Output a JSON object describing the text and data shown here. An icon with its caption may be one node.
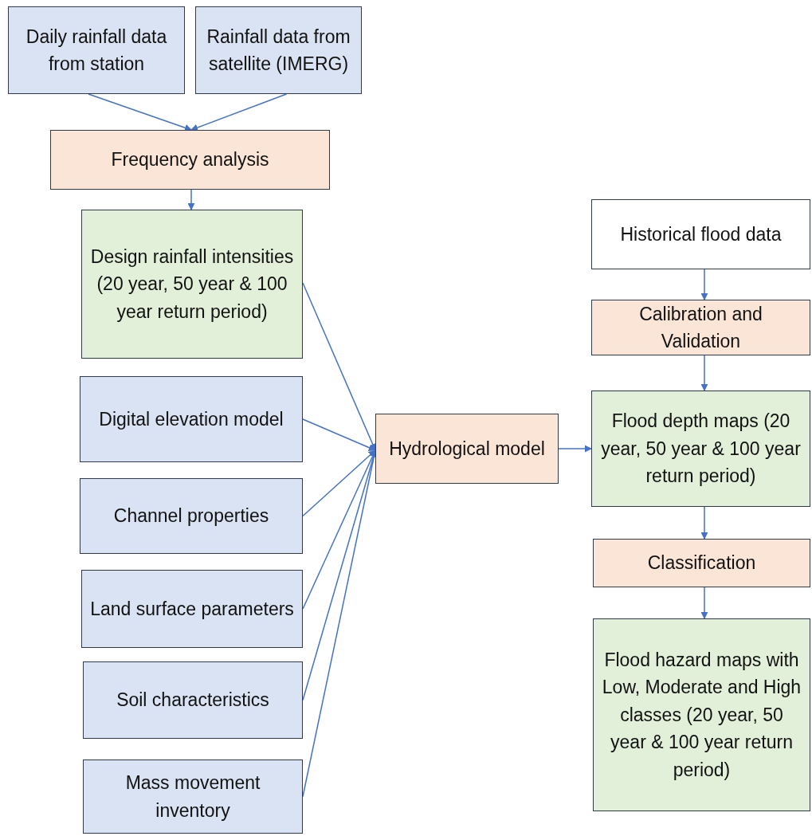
{
  "diagram": {
    "nodes": [
      {
        "text": [
          "Daily rainfall data from station"
        ]
      },
      {
        "text": [
          "Rainfall data from satellite (IMERG)"
        ]
      },
      {
        "text": [
          "Frequency analysis"
        ]
      },
      {
        "text": [
          "Design rainfall intensities (20 year, 50 year & 100 year return period)"
        ]
      },
      {
        "text": [
          "Digital elevation model"
        ]
      },
      {
        "text": [
          "Channel properties"
        ]
      },
      {
        "text": [
          "Land surface parameters"
        ]
      },
      {
        "text": [
          "Soil characteristics"
        ]
      },
      {
        "text": [
          "Mass movement inventory"
        ]
      },
      {
        "text": [
          "Hydrological model"
        ]
      },
      {
        "text": [
          "Historical flood data"
        ]
      },
      {
        "text": [
          "Calibration and Validation"
        ]
      },
      {
        "text": [
          "Flood depth maps (20 year, 50 year & 100 year return period)"
        ]
      },
      {
        "text": [
          "Classification"
        ]
      },
      {
        "text": [
          "Flood hazard maps with Low, Moderate and High classes (20 year, 50 year & 100 year return period)"
        ]
      }
    ],
    "edges": [
      {
        "from": 0,
        "to": 2,
        "arrow": "to"
      },
      {
        "from": 1,
        "to": 2,
        "arrow": "to"
      },
      {
        "from": 2,
        "to": 3,
        "arrow": "to"
      },
      {
        "from": 3,
        "to": 9,
        "arrow": "to"
      },
      {
        "from": 4,
        "to": 9,
        "arrow": "to"
      },
      {
        "from": 5,
        "to": 9,
        "arrow": "to"
      },
      {
        "from": 6,
        "to": 9,
        "arrow": "to"
      },
      {
        "from": 7,
        "to": 9,
        "arrow": "to"
      },
      {
        "from": 8,
        "to": 9,
        "arrow": "to"
      },
      {
        "from": 9,
        "to": 12,
        "arrow": "to"
      },
      {
        "from": 10,
        "to": 11,
        "arrow": "to"
      },
      {
        "from": 11,
        "to": 12,
        "arrow": "to"
      },
      {
        "from": 12,
        "to": 13,
        "arrow": "to"
      },
      {
        "from": 13,
        "to": 14,
        "arrow": "to"
      }
    ]
  }
}
